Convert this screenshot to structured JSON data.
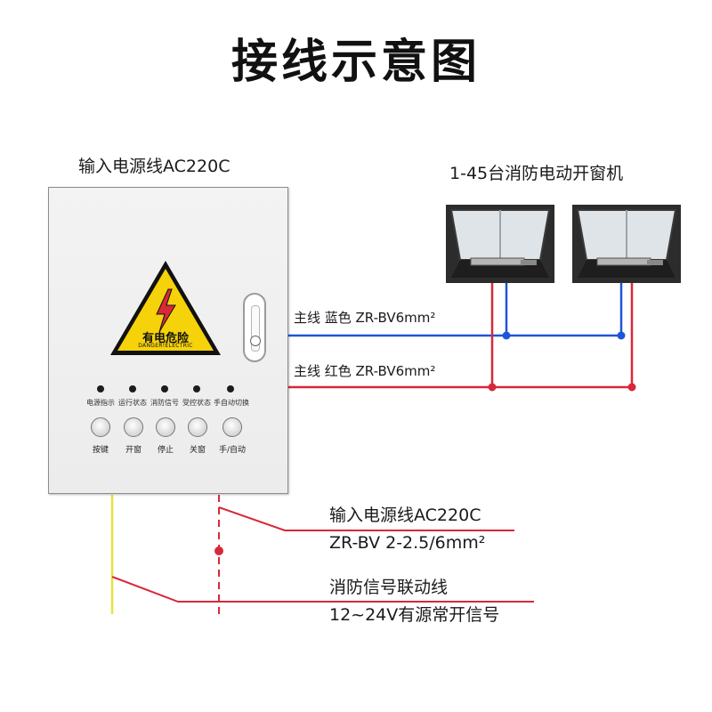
{
  "title": "接线示意图",
  "cabinet": {
    "input_label": "输入电源线AC220C",
    "warning_cn": "有电危险",
    "warning_en": "DANGER!ELECTRIC",
    "indicators": [
      "电源指示",
      "运行状态",
      "消防信号",
      "受控状态",
      "手自动切换"
    ],
    "buttons": [
      "按键",
      "开窗",
      "停止",
      "关窗",
      "手/自动"
    ]
  },
  "openers": {
    "label": "1-45台消防电动开窗机"
  },
  "main_blue": {
    "label": "主线  蓝色 ZR-BV6mm²",
    "color": "#1e55d8"
  },
  "main_red": {
    "label": "主线  红色 ZR-BV6mm²",
    "color": "#d8283a"
  },
  "input_power": {
    "line1": "输入电源线AC220C",
    "line2": "ZR-BV 2-2.5/6mm²",
    "color": "#d8283a"
  },
  "fire_signal": {
    "line1": "消防信号联动线",
    "line2": "12~24V有源常开信号",
    "color": "#e8e23a"
  },
  "colors": {
    "warning_yellow": "#f5d20a",
    "frame": "#2c2c2c"
  }
}
